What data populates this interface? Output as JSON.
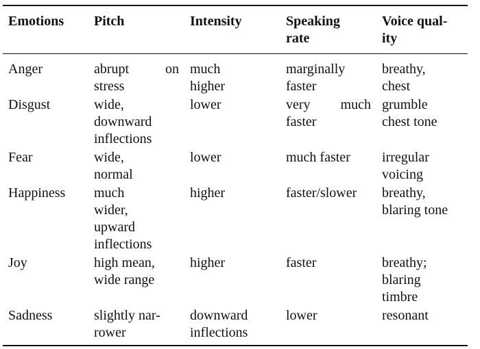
{
  "headers": [
    "Emotions",
    "Pitch",
    "Intensity",
    "Speaking rate",
    "Voice qual- ity"
  ],
  "header_lines": [
    [
      "Emotions"
    ],
    [
      "Pitch"
    ],
    [
      "Intensity"
    ],
    [
      "Speaking",
      "rate"
    ],
    [
      "Voice qual-",
      "ity"
    ]
  ],
  "rows": [
    {
      "emotion": [
        "Anger"
      ],
      "pitch": [
        "abrupt on",
        "stress"
      ],
      "intensity": [
        "much",
        "higher"
      ],
      "rate": [
        "marginally",
        "faster"
      ],
      "quality": [
        "breathy,",
        "chest"
      ]
    },
    {
      "emotion": [
        "Disgust"
      ],
      "pitch": [
        "wide,",
        "downward",
        "inflections"
      ],
      "intensity": [
        "lower"
      ],
      "rate": [
        "very much",
        "faster"
      ],
      "quality": [
        "grumble",
        "chest tone"
      ]
    },
    {
      "emotion": [
        "Fear"
      ],
      "pitch": [
        "wide,",
        "normal"
      ],
      "intensity": [
        "lower"
      ],
      "rate": [
        "much faster"
      ],
      "quality": [
        "irregular",
        "voicing"
      ]
    },
    {
      "emotion": [
        "Happiness"
      ],
      "pitch": [
        "much",
        "wider,",
        "upward",
        "inflections"
      ],
      "intensity": [
        "higher"
      ],
      "rate": [
        "faster/slower"
      ],
      "quality": [
        "breathy,",
        "blaring tone"
      ]
    },
    {
      "emotion": [
        "Joy"
      ],
      "pitch": [
        "high mean,",
        "wide range"
      ],
      "intensity": [
        "higher"
      ],
      "rate": [
        "faster"
      ],
      "quality": [
        "breathy;",
        "blaring",
        "timbre"
      ]
    },
    {
      "emotion": [
        "Sadness"
      ],
      "pitch": [
        "slightly nar-",
        "rower"
      ],
      "intensity": [
        "downward",
        "inflections"
      ],
      "rate": [
        "lower"
      ],
      "quality": [
        "resonant"
      ]
    }
  ]
}
